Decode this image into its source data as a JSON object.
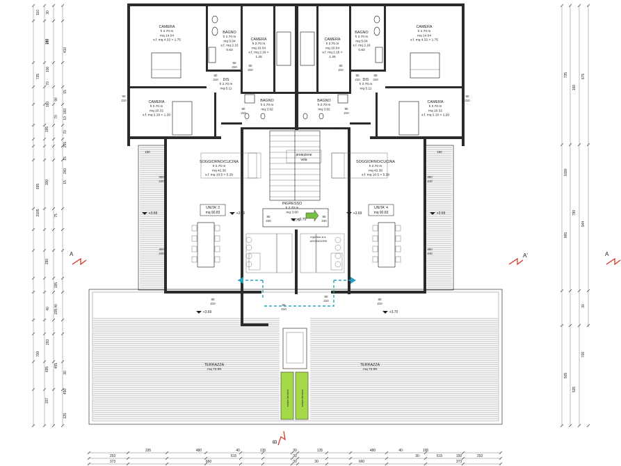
{
  "rooms": [
    {
      "id": "camera-nw",
      "lines": [
        "CAMERA",
        "h 2.70 m",
        "mq 14.04",
        "s.f. mq 4.32 > 1.75"
      ]
    },
    {
      "id": "bagno-nw",
      "lines": [
        "BAGNO",
        "h 2.70 m",
        "mq 5.04",
        "s.f. mq 2.16",
        "0.63"
      ]
    },
    {
      "id": "camera-nm1",
      "lines": [
        "CAMERA",
        "h 2.70 m",
        "mq 10.04",
        "s.f. mq 2.16 >",
        "1.25"
      ]
    },
    {
      "id": "camera-nm2",
      "lines": [
        "CAMERA",
        "h 2.70 m",
        "mq 10.04",
        "s.f. mq 2.16 >",
        "1.25"
      ]
    },
    {
      "id": "bagno-ne",
      "lines": [
        "BAGNO",
        "h 2.70 m",
        "mq 5.04",
        "s.f. mq 2.16",
        "0.63"
      ]
    },
    {
      "id": "camera-ne",
      "lines": [
        "CAMERA",
        "h 2.70 m",
        "mq 14.04",
        "s.f. mq 4.32 > 1.75"
      ]
    },
    {
      "id": "dis-w",
      "lines": [
        "DIS",
        "h 2.70 m",
        "mq 5.11"
      ]
    },
    {
      "id": "dis-e",
      "lines": [
        "DIS",
        "h 2.70 m",
        "mq 5.11"
      ]
    },
    {
      "id": "camera-w",
      "lines": [
        "CAMERA",
        "h 2.70 m",
        "mq 10.32",
        "s.f. mq 2.16 > 1.29"
      ]
    },
    {
      "id": "camera-e",
      "lines": [
        "CAMERA",
        "h 2.70 m",
        "mq 10.32",
        "s.f. mq 2.16 > 1.29"
      ]
    },
    {
      "id": "bagno-cw",
      "lines": [
        "BAGNO",
        "h 2.70 m",
        "mq 3.92"
      ]
    },
    {
      "id": "bagno-ce",
      "lines": [
        "BAGNO",
        "h 2.70 m",
        "mq 3.92"
      ]
    },
    {
      "id": "soggiorno-w",
      "lines": [
        "SOGGIORNO/CUCINA",
        "h 2.70 m",
        "mq 42.36",
        "s.f. mq 10.5 > 5.29"
      ]
    },
    {
      "id": "soggiorno-e",
      "lines": [
        "SOGGIORNO/CUCINA",
        "h 2.70 m",
        "mq 42.36",
        "s.f. mq 10.5 > 5.29"
      ]
    },
    {
      "id": "ingresso",
      "lines": [
        "INGRESSO",
        "h 2.70 m",
        "mq 3.60"
      ]
    },
    {
      "id": "terrazza-w",
      "lines": [
        "TERRAZZA",
        "mq 73.98"
      ]
    },
    {
      "id": "terrazza-e",
      "lines": [
        "TERRAZZA",
        "mq 73.98"
      ]
    }
  ],
  "units": [
    {
      "id": "unita-3",
      "label": "UNITA' 3",
      "area": "mq 90.83"
    },
    {
      "id": "unita-4",
      "label": "UNITA' 4",
      "area": "mq 90.83"
    }
  ],
  "notes": {
    "projection": "proiezione",
    "projection2": "vela",
    "elevator": "ingresso a.a.",
    "elevator2": "ASCENSORE",
    "level_tag": "+3.70",
    "solar_left": "solare termico",
    "solar_right": "solare termico"
  },
  "levels": [
    "+3.69",
    "+3.70",
    "+3.70",
    "+3.69",
    "+3.69",
    "+3.69",
    "+3.70"
  ],
  "section_marks": {
    "a_left": "A",
    "a_right": "A'",
    "a_far_right": "A",
    "b_bottom": "B"
  },
  "door_labels": [
    "80",
    "210",
    "80",
    "210",
    "80",
    "210",
    "80",
    "210",
    "80",
    "210",
    "80",
    "210",
    "80",
    "210",
    "80",
    "210",
    "80",
    "210",
    "80",
    "210"
  ],
  "window_labels": [
    "90",
    "210",
    "90",
    "210",
    "110",
    "110",
    "300",
    "240",
    "300",
    "240",
    "300",
    "240",
    "300",
    "240",
    "150",
    "150",
    "80",
    "210",
    "80",
    "210",
    "80",
    "240",
    "80",
    "240"
  ],
  "dims_left_outer": [
    "110",
    "160",
    "735",
    "90",
    "70",
    "195",
    "2185",
    "300",
    "695",
    "75",
    "290",
    "195",
    "40",
    "205",
    "700",
    "455",
    "695",
    "207"
  ],
  "dims_left_inner": [
    "30",
    "180",
    "410",
    "100",
    "70",
    "15",
    "160",
    "160",
    "10",
    "70",
    "255",
    "15",
    "260",
    "15",
    "40",
    "293",
    "30",
    "450",
    "125"
  ],
  "dims_right": [
    "735",
    "675",
    "160",
    "1680",
    "944",
    "790",
    "865",
    "30",
    "700",
    "505",
    "535"
  ],
  "dims_bottom_row1": [
    "195",
    "480",
    "40",
    "135",
    "30",
    "135",
    "480",
    "40",
    "195"
  ],
  "dims_bottom_row2": [
    "253",
    "615",
    "30",
    "30",
    "615",
    "150",
    "253"
  ],
  "dims_bottom_row3": [
    "373",
    "660",
    "30",
    "30",
    "660",
    "373"
  ],
  "colors": {
    "wall": "#2b2b2b",
    "arrow": "#2a9fc0",
    "solar": "#a6d94a",
    "ingress_arrow": "#7ac043",
    "section": "#d9281c"
  }
}
